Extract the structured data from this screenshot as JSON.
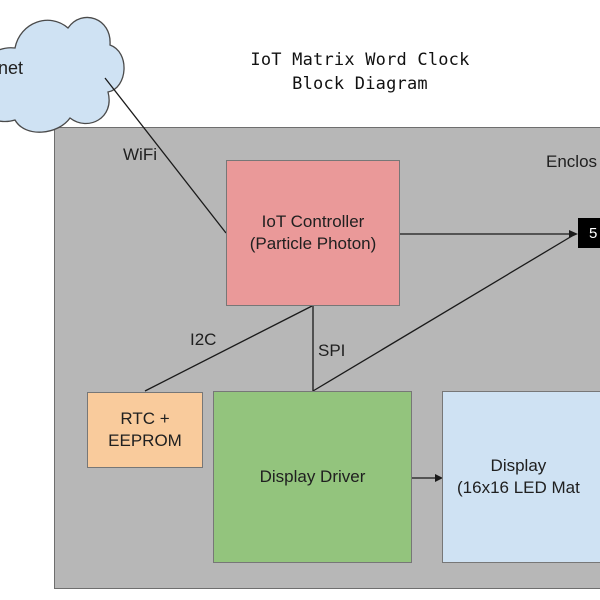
{
  "title": {
    "line1": "IoT Matrix Word Clock",
    "line2": "Block Diagram"
  },
  "cloud": {
    "label": "ernet"
  },
  "enclosure": {
    "label": "Enclos"
  },
  "blocks": {
    "controller": {
      "label": "IoT Controller\n(Particle Photon)",
      "color": "#ea9999"
    },
    "rtc": {
      "label": "RTC +\nEEPROM",
      "color": "#f9cb9c"
    },
    "driver": {
      "label": "Display Driver",
      "color": "#93c47d"
    },
    "display": {
      "label": "Display\n(16x16 LED Mat",
      "color": "#cfe2f3"
    }
  },
  "connections": {
    "wifi": "WiFi",
    "i2c": "I2C",
    "spi": "SPI"
  },
  "power": {
    "label": "5"
  },
  "colors": {
    "enclosure": "#b7b7b7",
    "cloud_fill": "#cfe2f3"
  }
}
